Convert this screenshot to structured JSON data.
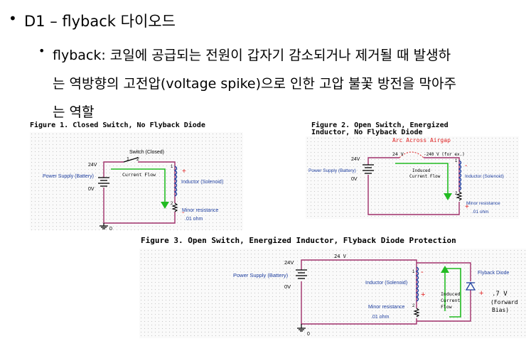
{
  "bullets": {
    "main": {
      "marker": "•",
      "text": "D1 – flyback 다이오드"
    },
    "sub": {
      "marker": "•",
      "line1": "flyback: 코일에 공급되는 전원이 갑자기 감소되거나 제거될 때 발생하",
      "line2": "는 역방향의 고전압(voltage spike)으로 인한 고압 불꽃 방전을 막아주",
      "line3": "는 역할"
    }
  },
  "figure1": {
    "title": "Figure 1. Closed Switch, No Flyback Diode",
    "switch_label": "Switch (Closed)",
    "pin1": "1",
    "pin2": "2",
    "v24": "24V",
    "v0": "0V",
    "supply": "Power Supply (Battery)",
    "current": "Current Flow",
    "plus": "+",
    "minus": "-",
    "inductor": "Inductor (Solenoid)",
    "res_label": "Minor resistance",
    "res_value": ".01 ohm",
    "ground": "0",
    "ind_pin1": "1",
    "ind_pin2": "2"
  },
  "figure2": {
    "title_line1": "Figure 2. Open Switch, Energized",
    "title_line2": "Inductor, No Flyback Diode",
    "arc": "Arc Across Airgap",
    "v24_wire": "24 V",
    "v240": "-240 V (for ex.)",
    "v24": "24V",
    "v0": "0V",
    "supply": "Power Supply (Battery)",
    "induced_line1": "Induced",
    "induced_line2": "Current Flow",
    "minus": "-",
    "plus": "+",
    "inductor": "Inductor (Solenoid)",
    "res_label": "Minor resistance",
    "res_value": ".01 ohm",
    "ind_pin1": "1",
    "ind_pin2": "2"
  },
  "figure3": {
    "title": "Figure 3.  Open Switch, Energized Inductor, Flyback Diode Protection",
    "v24_wire": "24 V",
    "v24": "24V",
    "v0": "0V",
    "supply": "Power Supply (Battery)",
    "inductor": "Inductor (Solenoid)",
    "res_label": "Minor resistance",
    "res_value": ".01 ohm",
    "minus": "-",
    "plus": "+",
    "induced_line1": "Induced",
    "induced_line2": "Current",
    "induced_line3": "Flow",
    "diode_label": "Flyback Diode",
    "diode_plus": "+",
    "diode_value": ".7 V",
    "forward_line1": "(Forward",
    "forward_line2": "Bias)",
    "ground": "0",
    "ind_pin1": "1",
    "ind_pin2": "2"
  },
  "colors": {
    "wire": "#a0306a",
    "accent_red": "#e02020",
    "current_green": "#22bb22",
    "inductor_blue": "#2040a0"
  }
}
